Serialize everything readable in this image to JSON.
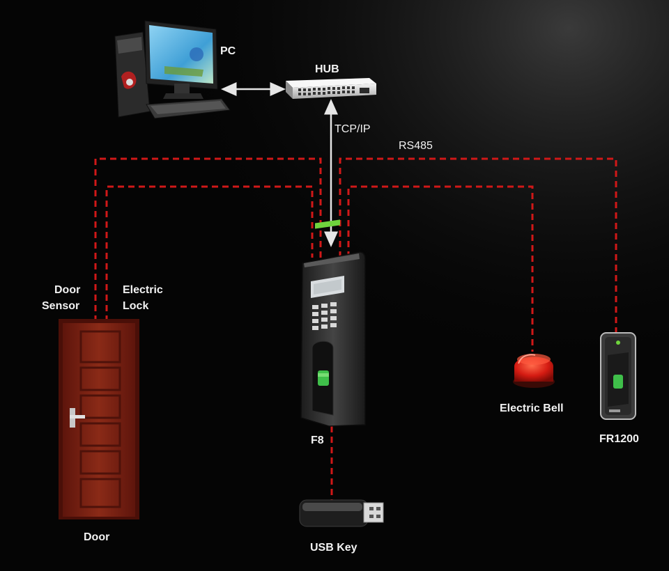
{
  "labels": {
    "pc": "PC",
    "hub": "HUB",
    "tcpip": "TCP/IP",
    "rs485": "RS485",
    "door_sensor_line1": "Door",
    "door_sensor_line2": "Sensor",
    "electric_lock_line1": "Electric",
    "electric_lock_line2": "Lock",
    "f8": "F8",
    "electric_bell": "Electric Bell",
    "fr1200": "FR1200",
    "door": "Door",
    "usb_key": "USB Key"
  },
  "colors": {
    "background": "#050505",
    "dashed_wire": "#d01818",
    "arrow": "#e6e6e6",
    "text": "#f2f2f2",
    "door": "#7a1e12",
    "bell": "#d41b12"
  },
  "icons": {
    "pc": "desktop-computer-icon",
    "hub": "network-switch-icon",
    "f8": "fingerprint-terminal-icon",
    "bell": "alarm-bell-icon",
    "fr1200": "fingerprint-reader-icon",
    "door": "door-icon",
    "usb": "usb-key-icon"
  }
}
